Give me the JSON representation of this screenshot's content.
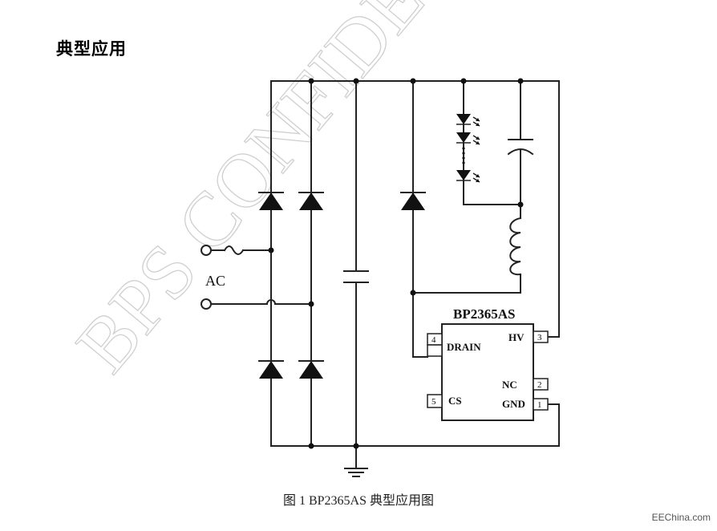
{
  "heading": "典型应用",
  "caption": "图 1  BP2365AS 典型应用图",
  "watermark": "BPS CONFIDE",
  "footer": "EEChina.com",
  "schematic": {
    "ac_label": "AC",
    "chip_name": "BP2365AS",
    "pins": [
      {
        "number": "4",
        "label": "DRAIN"
      },
      {
        "number": "3",
        "label": "HV"
      },
      {
        "number": "2",
        "label": "NC"
      },
      {
        "number": "5",
        "label": "CS"
      },
      {
        "number": "1",
        "label": "GND"
      }
    ]
  }
}
